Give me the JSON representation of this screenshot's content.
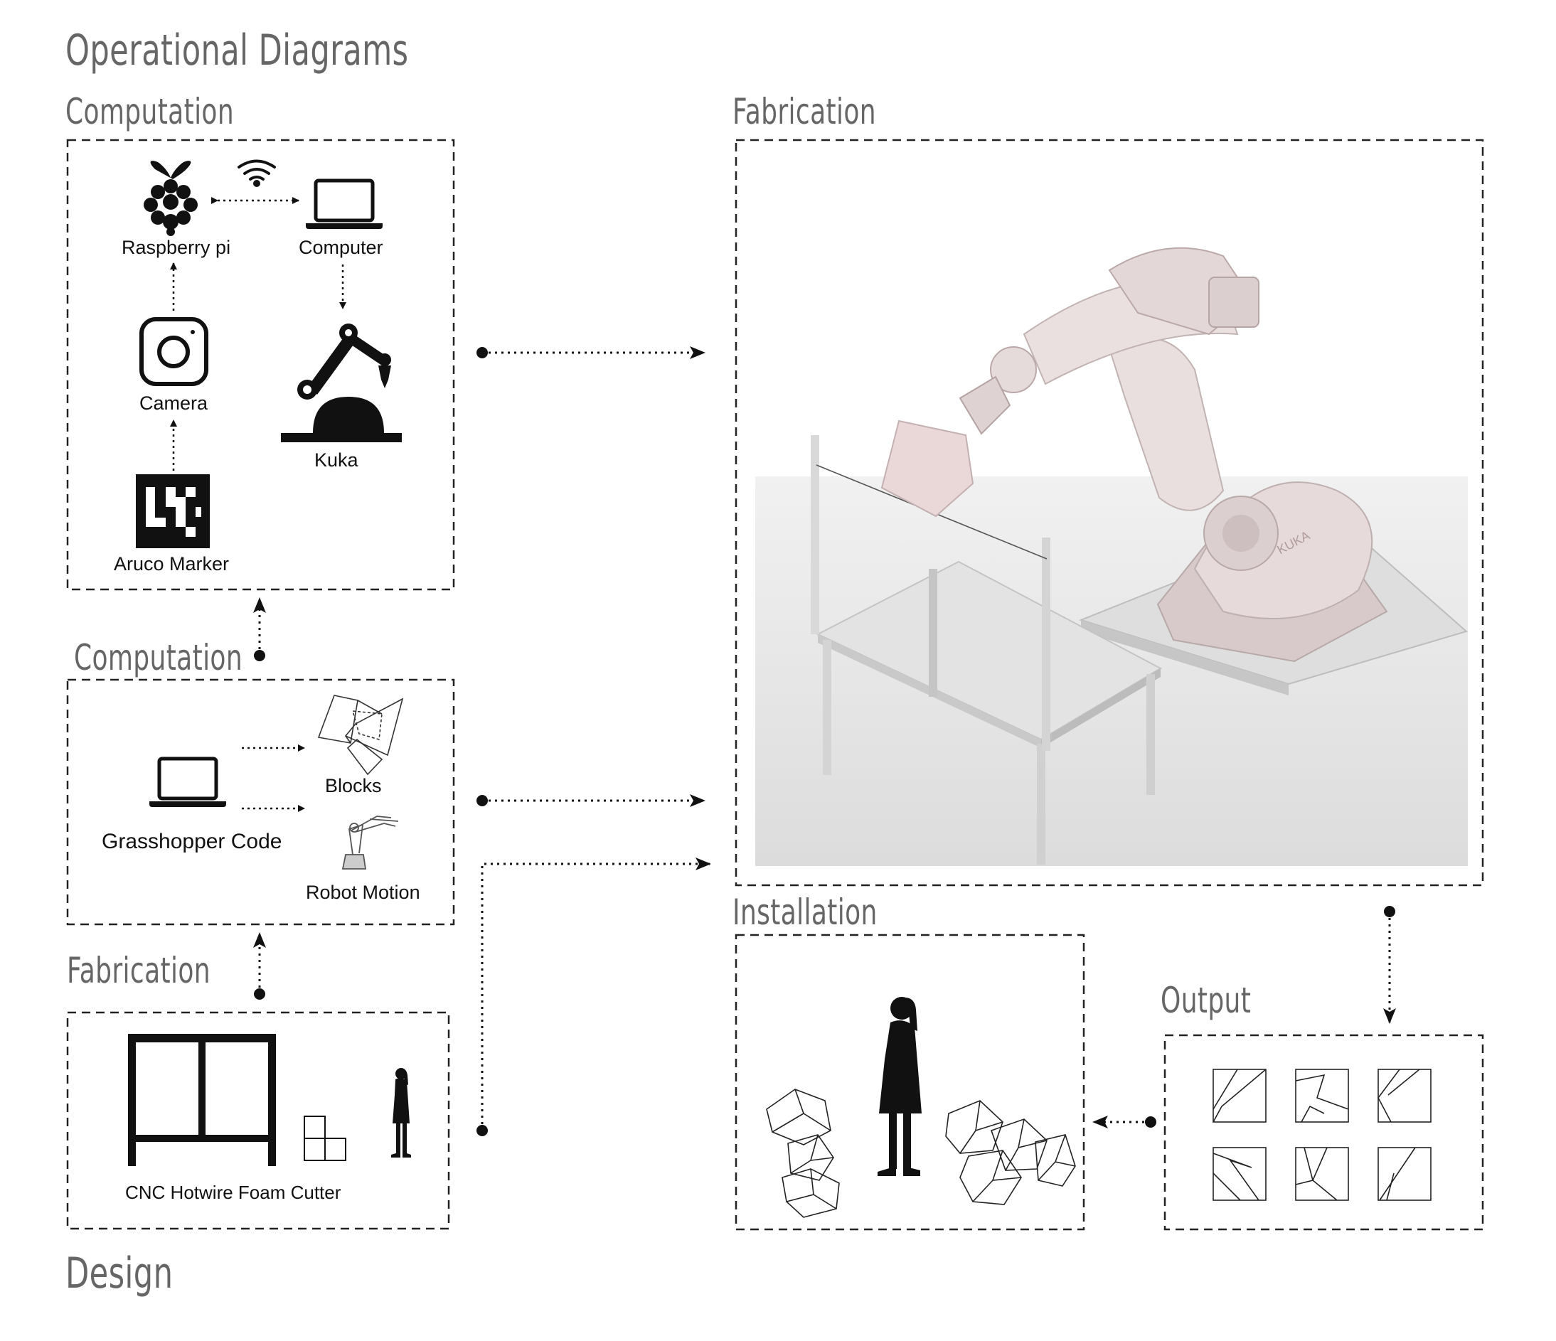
{
  "title": "Operational Diagrams",
  "footer": "Design",
  "sections": {
    "computation_top": "Computation",
    "computation_mid": "Computation",
    "fabrication_left": "Fabrication",
    "fabrication_right": "Fabrication",
    "installation": "Installation",
    "output": "Output"
  },
  "labels": {
    "raspberry_pi": "Raspberry pi",
    "computer": "Computer",
    "camera": "Camera",
    "kuka": "Kuka",
    "aruco_marker": "Aruco Marker",
    "grasshopper_code": "Grasshopper Code",
    "blocks": "Blocks",
    "robot_motion": "Robot Motion",
    "cnc_cutter": "CNC Hotwire Foam Cutter"
  },
  "icons": [
    "raspberry-pi-icon",
    "wifi-icon",
    "laptop-icon",
    "camera-icon",
    "robot-arm-icon",
    "aruco-marker-icon",
    "person-silhouette-icon",
    "foam-block-icon"
  ],
  "colors": {
    "heading": "#666666",
    "line": "#111111",
    "robot": "#e9dede"
  }
}
